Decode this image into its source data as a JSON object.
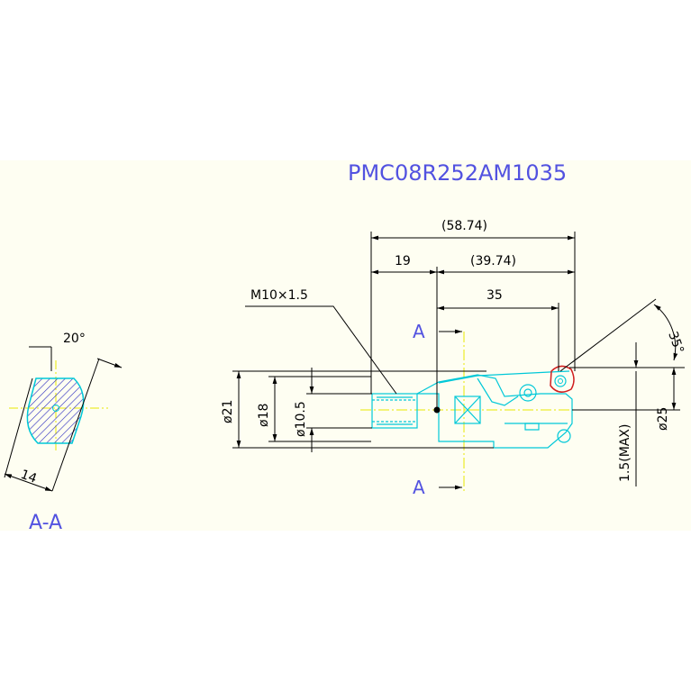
{
  "title": "PMC08R252AM1035",
  "dimensions": {
    "overall": "(58.74)",
    "shank_offset": "19",
    "reach": "(39.74)",
    "pitch_length": "35",
    "thread": "M10×1.5",
    "dia_21": "ø21",
    "dia_18": "ø18",
    "dia_10_5": "ø10.5",
    "dia_25": "ø25",
    "max_depth": "1.5(MAX)",
    "angle": "35°",
    "section_angle": "20°",
    "section_width": "14"
  },
  "labels": {
    "section_mark_top": "A",
    "section_mark_bottom": "A",
    "section_title": "A-A"
  },
  "colors": {
    "background": "#fefef2",
    "line": "#000000",
    "part": "#00c8d8",
    "centerline": "#e8e800",
    "hatch": "#3030c0",
    "title": "#5252e0",
    "insert": "#d02020"
  }
}
